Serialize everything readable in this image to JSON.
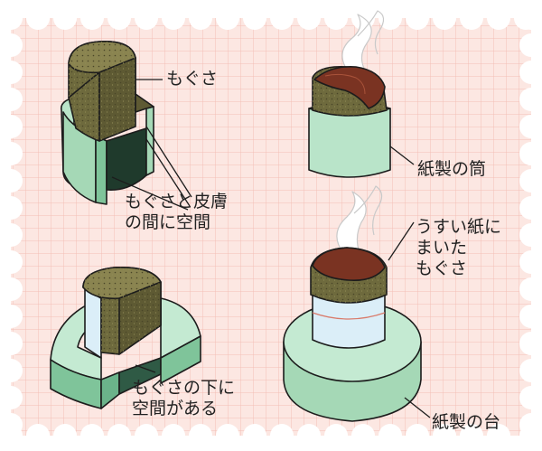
{
  "labels": {
    "mogusa": "もぐさ",
    "gap_skin": [
      "もぐさと皮膚",
      "の間に空間"
    ],
    "paper_tube": "紙製の筒",
    "thin_paper": [
      "うすい紙に",
      "まいた",
      "もぐさ"
    ],
    "gap_under": [
      "もぐさの下に",
      "空間がある"
    ],
    "paper_base": "紙製の台"
  },
  "colors": {
    "background": "#fce7e2",
    "grid": "#f3bfb6",
    "mint": "#b9e4c9",
    "mint_dark": "#7fc49a",
    "mint_side": "#a5d8b6",
    "moxa": "#6e6a3d",
    "moxa_dark": "#4a4628",
    "ember": "#7a3322",
    "paper_blue": "#dbeef8",
    "outline": "#1c1c1c"
  }
}
